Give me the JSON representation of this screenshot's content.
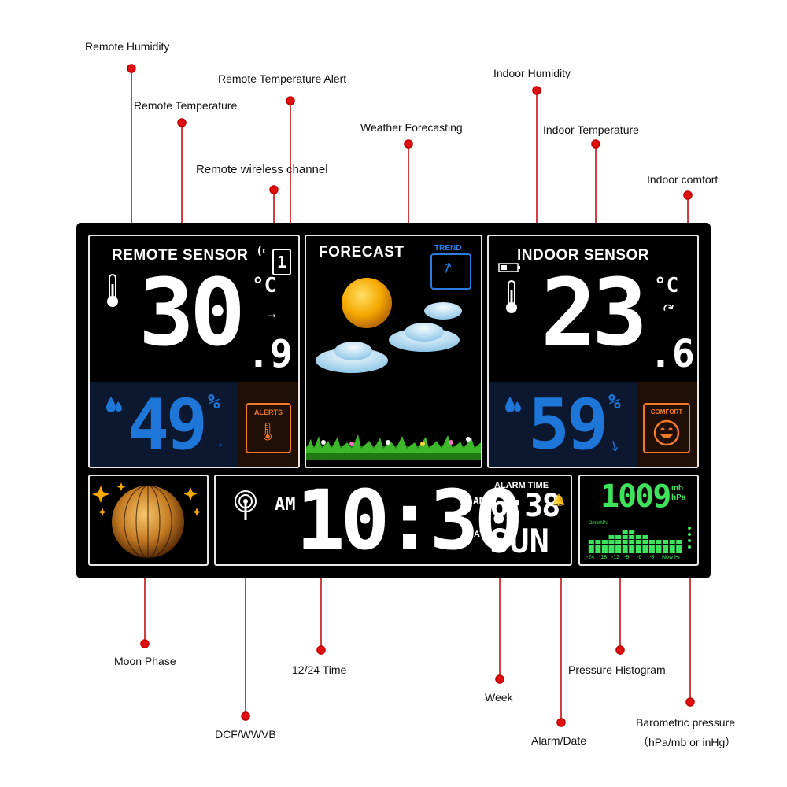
{
  "callouts": {
    "remote_humidity": "Remote Humidity",
    "remote_temperature_alert": "Remote Temperature Alert",
    "remote_temperature": "Remote Temperature",
    "remote_wireless_channel": "Remote wireless channel",
    "weather_forecasting": "Weather Forecasting",
    "indoor_humidity": "Indoor Humidity",
    "indoor_temperature": "Indoor Temperature",
    "indoor_comfort": "Indoor comfort",
    "moon_phase": "Moon Phase",
    "time_12_24": "12/24 Time",
    "dcf_wwvb": "DCF/WWVB",
    "week": "Week",
    "alarm_date": "Alarm/Date",
    "pressure_histogram": "Pressure Histogram",
    "barometric_pressure": "Barometric pressure",
    "barometric_units": "（hPa/mb or inHg）"
  },
  "remote": {
    "title": "REMOTE SENSOR",
    "temp_int": "30",
    "temp_dec": ".9",
    "temp_unit": "°C",
    "humidity": "49",
    "humidity_unit": "%",
    "channel": "1",
    "alerts_label": "ALERTS"
  },
  "forecast": {
    "title": "FORECAST",
    "trend_label": "TREND"
  },
  "indoor": {
    "title": "INDOOR SENSOR",
    "temp_int": "23",
    "temp_dec": ".6",
    "temp_unit": "°C",
    "humidity": "59",
    "humidity_unit": "%",
    "comfort_label": "COMFORT"
  },
  "clock": {
    "am_label": "AM",
    "time": "10:30",
    "alarm_label": "ALARM TIME",
    "alarm_am": "AM",
    "alarm_time": "6:38",
    "day_label": "DAY",
    "day": "SUN"
  },
  "pressure": {
    "value": "1009",
    "unit_top": "mb",
    "unit_bottom": "hPa",
    "scale_label": "2mb/hPa",
    "hist_labels": [
      "-24",
      "-18",
      "-12",
      "-9",
      "-6",
      "-3",
      "Now",
      "Hr"
    ],
    "bars": [
      3,
      3,
      3,
      4,
      4,
      5,
      5,
      4,
      4,
      3,
      3,
      3,
      3,
      3
    ]
  },
  "colors": {
    "lcd_white": "#ffffff",
    "lcd_blue": "#1d76d8",
    "lcd_orange": "#f07a2a",
    "lcd_green": "#3ee35c",
    "callout_red": "#e01010"
  }
}
